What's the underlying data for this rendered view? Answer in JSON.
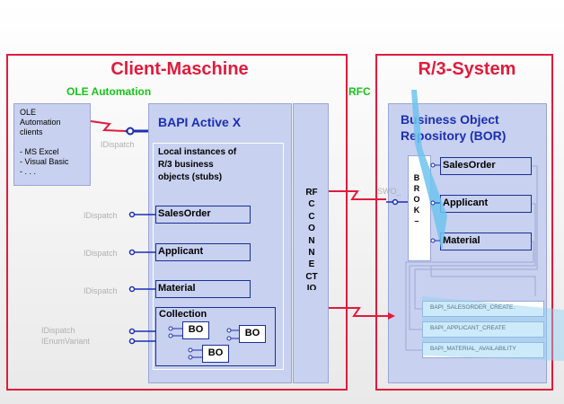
{
  "client": {
    "title": "Client-Maschine",
    "ole_label": "OLE Automation",
    "ole_clients_lines": [
      "OLE",
      "Automation",
      "clients",
      "",
      "- MS Excel",
      "- Visual Basic",
      "- . . ."
    ],
    "idispatch_top": "IDispatch",
    "bapi_activex": "BAPI Active X",
    "local_instances_lines": [
      "Local instances of",
      "R/3 business",
      "objects (stubs)"
    ],
    "objects": [
      {
        "label": "SalesOrder",
        "interface": "IDispatch"
      },
      {
        "label": "Applicant",
        "interface": "IDispatch"
      },
      {
        "label": "Material",
        "interface": "IDispatch"
      }
    ],
    "collection_label": "Collection",
    "bo_label": "BO",
    "collection_interfaces": [
      "IDispatch",
      "IEnumVariant"
    ],
    "rfc_connector_letters": [
      "RF",
      "C",
      "C",
      "O",
      "N",
      "N",
      "E",
      "CT",
      "IO"
    ]
  },
  "rfc_label": "RFC",
  "r3": {
    "title": "R/3-System",
    "bor_lines": [
      "Business Object",
      "Repository (BOR)"
    ],
    "swo_label": "SWO_",
    "broker_letters": [
      "B",
      "R",
      "O",
      "K",
      "–"
    ],
    "objects": [
      "SalesOrder",
      "Applicant",
      "Material"
    ],
    "bapis": [
      "BAPI_SALESORDER_CREATE.",
      "BAPI_APPLICANT_CREATE",
      "BAPI_MATERIAL_AVAILABILITY"
    ]
  },
  "colors": {
    "frame_red": "#e01b3c",
    "title_red": "#e01b3c",
    "green": "#17c417",
    "panel_blue": "#c8d1ef",
    "accent_blue": "#1b2fb3",
    "cyan": "#6fc3ee"
  }
}
